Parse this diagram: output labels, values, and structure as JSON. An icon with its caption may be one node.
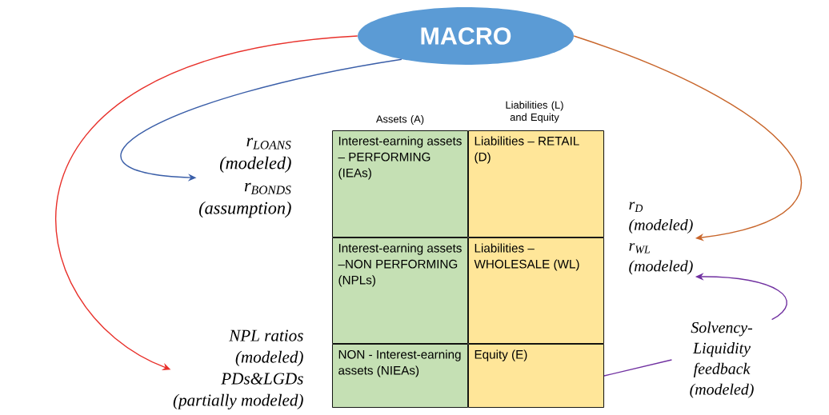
{
  "diagram": {
    "nodes": [
      {
        "text": [
          "MACRO"
        ]
      },
      {
        "text": [
          "r$_{LOANS}$",
          "(modeled)",
          "r$_{BONDS}$",
          "(assumption)"
        ]
      },
      {
        "text": [
          "NPL ratios",
          "(modeled)",
          "PDs&LGDs",
          "(partially modeled)"
        ]
      },
      {
        "text": [
          "r$_{D}$",
          "(modeled)",
          "r$_{WL}$",
          "(modeled)"
        ]
      },
      {
        "text": [
          "Solvency-Liquidity feedback",
          "(modeled)"
        ]
      },
      {
        "text": [
          "Interest-earning assets – PERFORMING (IEAs)"
        ]
      },
      {
        "text": [
          "Liabilities – RETAIL (D)"
        ]
      },
      {
        "text": [
          "Interest-earning assets –NON PERFORMING (NPLs)"
        ]
      },
      {
        "text": [
          "Liabilities – WHOLESALE (WL)"
        ]
      },
      {
        "text": [
          "NON - Interest-earning assets (NIEAs)"
        ]
      },
      {
        "text": [
          "Equity (E)"
        ]
      }
    ],
    "edges": [
      {
        "from": 0,
        "to": 1,
        "arrow": "to",
        "color": "#3a5ea8"
      },
      {
        "from": 0,
        "to": 2,
        "arrow": "to",
        "color": "#e8302a"
      },
      {
        "from": 0,
        "to": 3,
        "arrow": "to",
        "color": "#c8652a"
      },
      {
        "from": 4,
        "to": 3,
        "arrow": "to",
        "color": "#7030a0"
      },
      {
        "from": 10,
        "to": 4,
        "arrow": "none",
        "color": "#7030a0"
      }
    ],
    "labels": [
      "Assets (A)",
      "Liabilities (L) and Equity"
    ]
  }
}
